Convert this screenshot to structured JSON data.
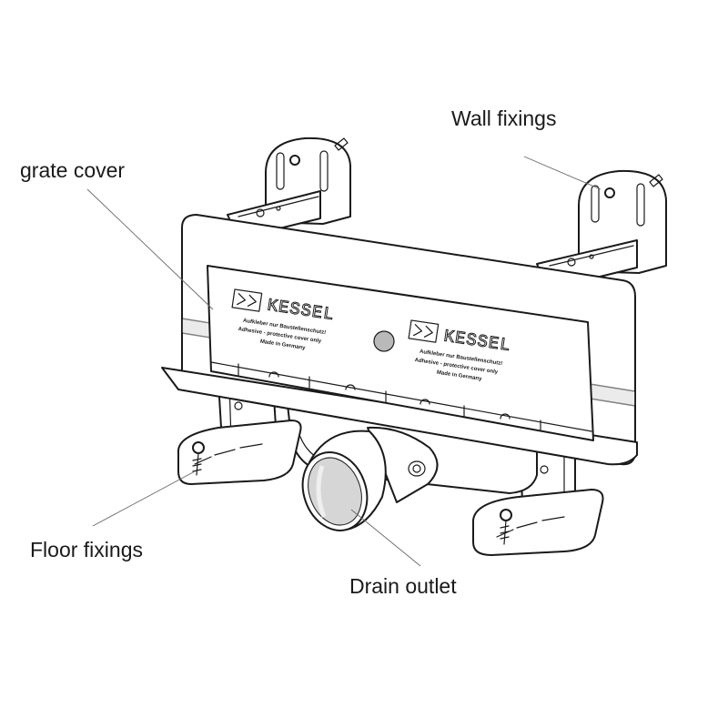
{
  "labels": {
    "wall_fixings": "Wall fixings",
    "grate_cover": "grate cover",
    "floor_fixings": "Floor fixings",
    "drain_outlet": "Drain outlet"
  },
  "product_marking": {
    "brand": "KESSEL",
    "line_de": "Aufkleber nur Baustellenschutz!",
    "line_en": "Adhesive - protective cover only",
    "line_origin": "Made in Germany"
  },
  "colors": {
    "outline": "#1a1a1a",
    "leader": "#6a6a6a",
    "background": "#ffffff"
  }
}
